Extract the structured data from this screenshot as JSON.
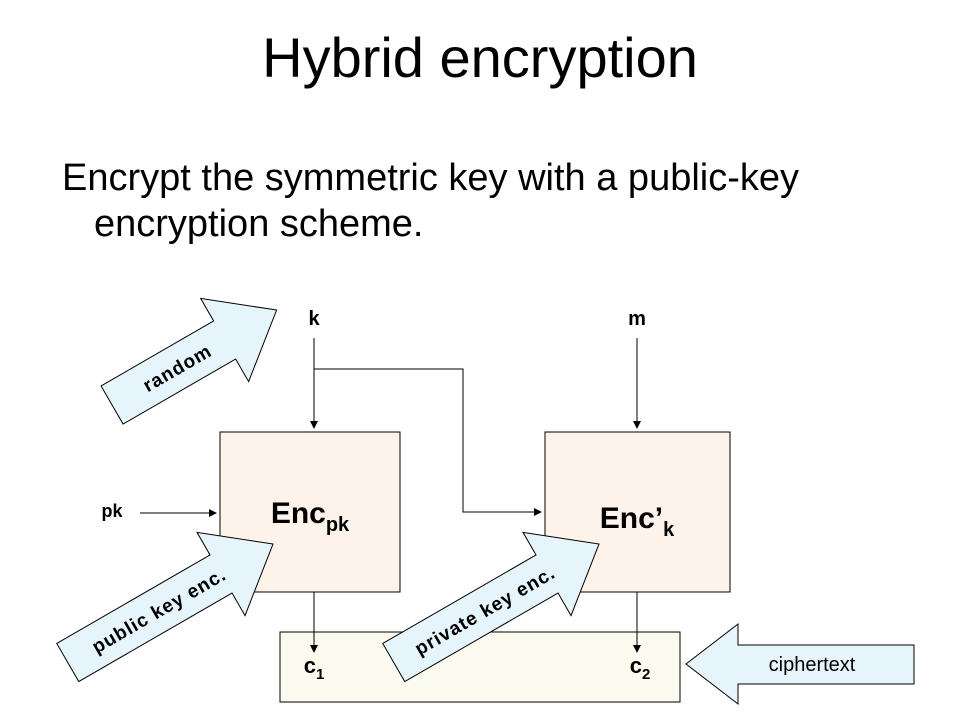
{
  "title": "Hybrid encryption",
  "subtitle": {
    "line1": "Encrypt the symmetric key with a public-key",
    "line2": "encryption scheme."
  },
  "diagram": {
    "input_k": "k",
    "input_m": "m",
    "input_pk": "pk",
    "box_left": {
      "main": "Enc",
      "sub": "pk"
    },
    "box_right": {
      "main": "Enc’",
      "sub": "k"
    },
    "output_c1": {
      "main": "c",
      "sub": "1"
    },
    "output_c2": {
      "main": "c",
      "sub": "2"
    },
    "arrow_random": "random",
    "arrow_public": "public key enc.",
    "arrow_private": "private key enc.",
    "arrow_ciphertext": "ciphertext"
  },
  "colors": {
    "box_fill": "#fdf3ea",
    "output_fill": "#fbfbef",
    "callout_fill": "#e6f4fb",
    "stroke": "#000000"
  }
}
